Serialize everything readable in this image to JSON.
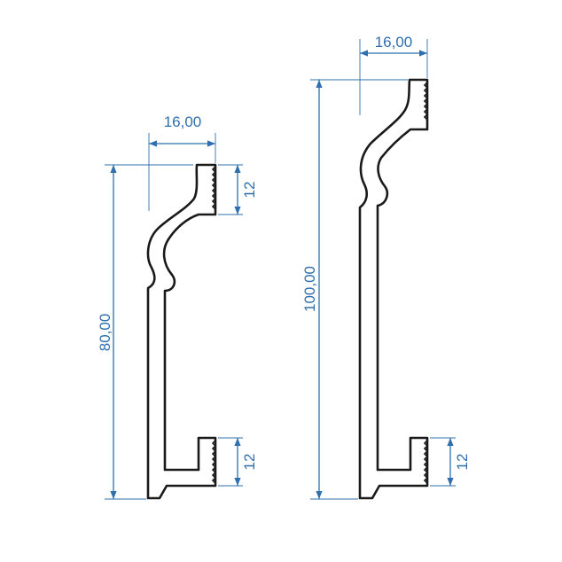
{
  "colors": {
    "dimension": "#2f6fad",
    "outline": "#1a1a1a",
    "background": "#ffffff"
  },
  "profiles": [
    {
      "id": "short",
      "dimensions": {
        "width": "16,00",
        "height": "80,00",
        "top_clip": "12",
        "bottom_clip": "12"
      }
    },
    {
      "id": "tall",
      "dimensions": {
        "width": "16,00",
        "height": "100,00",
        "bottom_clip": "12"
      }
    }
  ]
}
